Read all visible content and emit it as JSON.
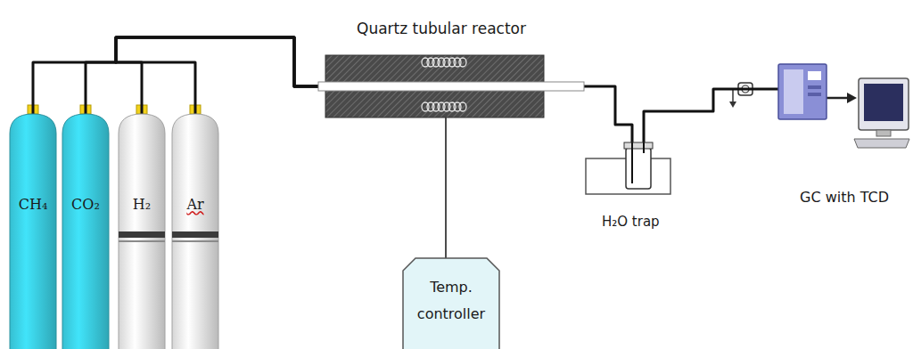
{
  "diagram": {
    "nodes": [
      {
        "text": [
          "CH₄"
        ]
      },
      {
        "text": [
          "CO₂"
        ]
      },
      {
        "text": [
          "H₂"
        ]
      },
      {
        "text": [
          "Ar"
        ]
      },
      {
        "text": [
          "Quartz tubular reactor"
        ]
      },
      {
        "text": [
          "Temp. controller"
        ]
      },
      {
        "text": [
          "H₂O trap"
        ]
      },
      {
        "text": [
          "GC with TCD"
        ]
      }
    ],
    "edges": [
      {
        "from": 0,
        "to": 4,
        "arrow": "none"
      },
      {
        "from": 1,
        "to": 4,
        "arrow": "none"
      },
      {
        "from": 2,
        "to": 4,
        "arrow": "none"
      },
      {
        "from": 3,
        "to": 4,
        "arrow": "none"
      },
      {
        "from": 4,
        "to": 5,
        "arrow": "none"
      },
      {
        "from": 4,
        "to": 6,
        "arrow": "none"
      },
      {
        "from": 6,
        "to": 7,
        "arrow": "none"
      }
    ]
  }
}
